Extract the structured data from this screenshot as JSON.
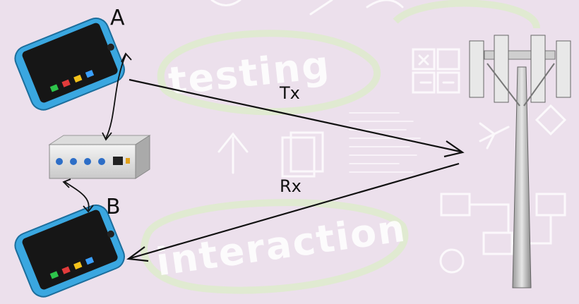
{
  "devices": {
    "phone_a_label": "A",
    "phone_b_label": "B"
  },
  "links": {
    "tx_label": "Tx",
    "rx_label": "Rx"
  },
  "background_words": {
    "top": "testing",
    "bottom": "interaction"
  },
  "colors": {
    "background": "#ece0ec",
    "phone_body": "#3aa7e0",
    "phone_screen": "#161616",
    "arrow": "#111111",
    "doodle": "#ffffff",
    "doodle_green": "#d9f0c0"
  }
}
